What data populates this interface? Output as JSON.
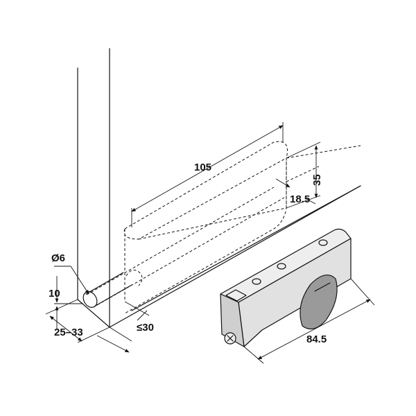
{
  "dimensions": {
    "length_top": "105",
    "height_right": "35",
    "offset_right": "18.5",
    "hole_diameter": "Ø6",
    "hole_height": "10",
    "door_thickness": "25–33",
    "recess_depth": "≤30",
    "fitting_length": "84.5"
  },
  "colors": {
    "line": "#111111",
    "body": "#e1e1e1",
    "side": "#cfcfcf",
    "top": "#eeeeee",
    "background": "#ffffff"
  }
}
